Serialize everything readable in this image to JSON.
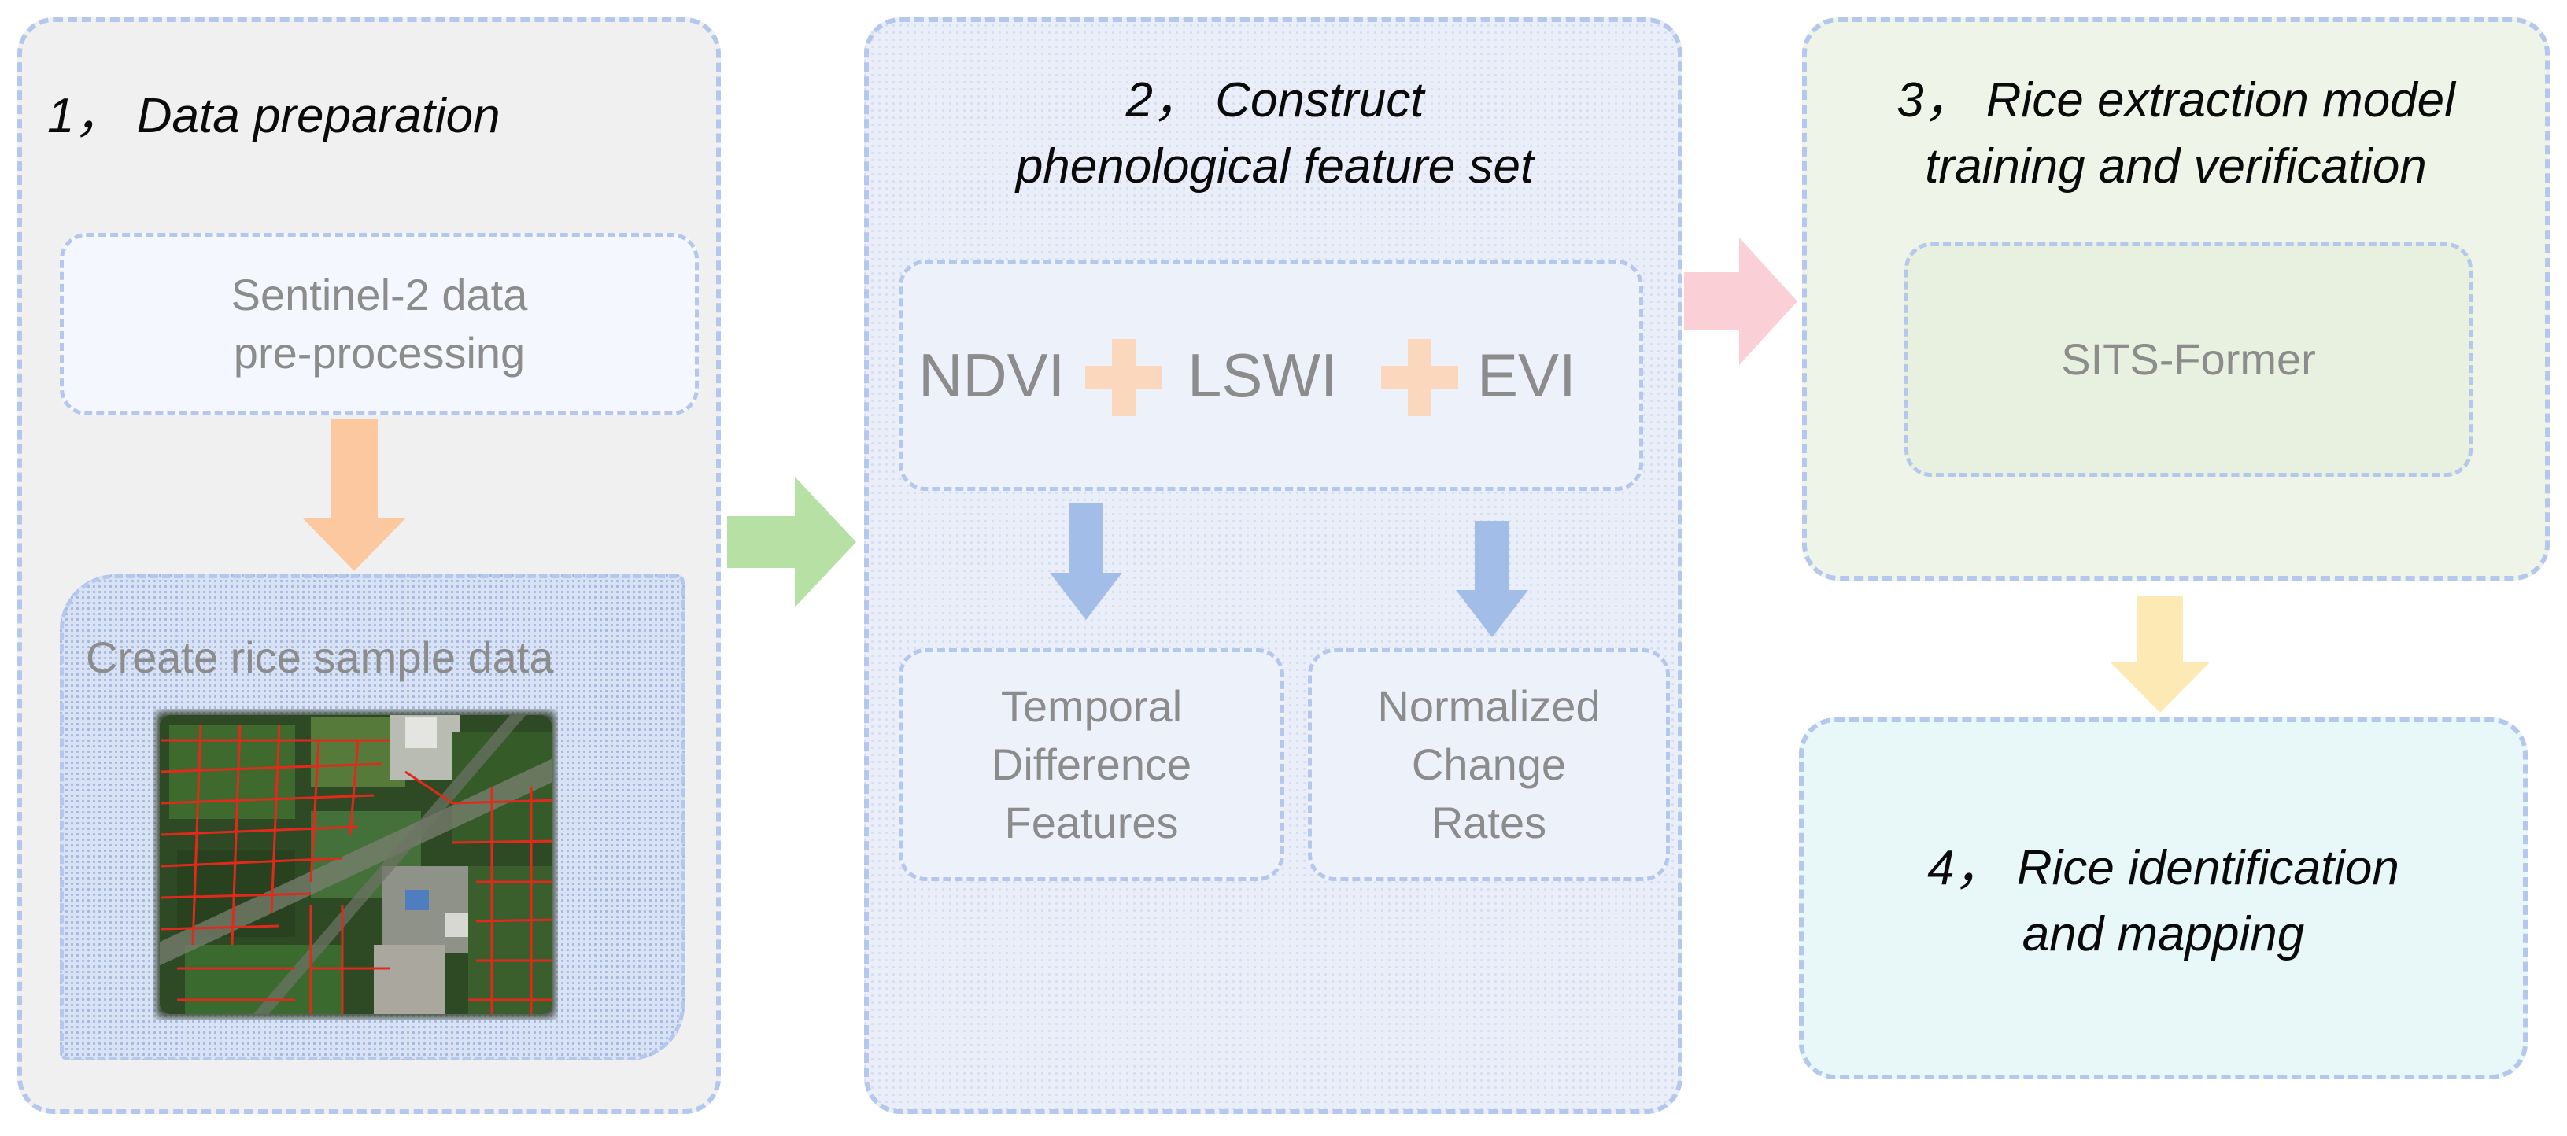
{
  "steps": [
    {
      "title": "1， Data preparation"
    },
    {
      "title_line1": "2， Construct",
      "title_line2": "phenological feature set"
    },
    {
      "title_line1": "3， Rice extraction model",
      "title_line2": "training and verification"
    },
    {
      "title_line1": "4， Rice identification",
      "title_line2": "and mapping"
    }
  ],
  "boxes": {
    "preprocessing": {
      "line1": "Sentinel-2 data",
      "line2": "pre-processing"
    },
    "sample": "Create rice sample data",
    "indices": [
      "NDVI",
      "LSWI",
      "EVI"
    ],
    "temporal": {
      "line1": "Temporal",
      "line2": "Difference",
      "line3": "Features"
    },
    "normalized": {
      "line1": "Normalized",
      "line2": "Change",
      "line3": "Rates"
    },
    "model": "SITS-Former"
  },
  "colors": {
    "panel_border": "#b4c7ec",
    "arrow_orange": "#fcc8a0",
    "arrow_green": "#b6e0a4",
    "arrow_blue": "#a2bde8",
    "arrow_pink": "#fbcfd6",
    "arrow_yellow": "#fde9b4",
    "plus_color": "#fbd7bd",
    "text_gray": "#8c8c8c"
  }
}
